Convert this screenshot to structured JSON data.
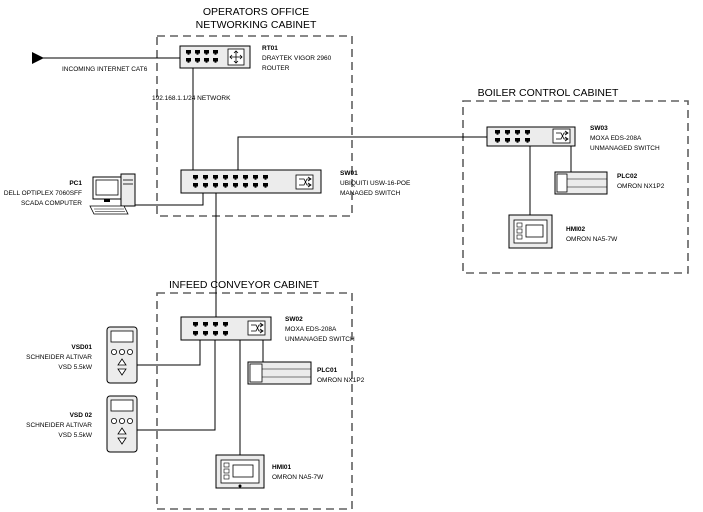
{
  "cabinets": {
    "operators": {
      "title_line1": "OPERATORS OFFICE",
      "title_line2": "NETWORKING CABINET"
    },
    "boiler": {
      "title": "BOILER CONTROL CABINET"
    },
    "infeed": {
      "title": "INFEED CONVEYOR CABINET"
    }
  },
  "incoming": {
    "label": "INCOMING INTERNET CAT6"
  },
  "network": {
    "label": "192.168.1.1/24 NETWORK"
  },
  "devices": {
    "rt01": {
      "name": "RT01",
      "line1": "DRAYTEK VIGOR 2960",
      "line2": "ROUTER"
    },
    "sw01": {
      "name": "SW01",
      "line1": "UBIQUITI USW-16-POE",
      "line2": "MANAGED SWITCH"
    },
    "sw02": {
      "name": "SW02",
      "line1": "MOXA EDS-208A",
      "line2": "UNMANAGED SWITCH"
    },
    "sw03": {
      "name": "SW03",
      "line1": "MOXA EDS-208A",
      "line2": "UNMANAGED SWITCH"
    },
    "pc1": {
      "name": "PC1",
      "line1": "DELL OPTIPLEX 7060SFF",
      "line2": "SCADA COMPUTER"
    },
    "plc01": {
      "name": "PLC01",
      "line1": "OMRON NX1P2"
    },
    "plc02": {
      "name": "PLC02",
      "line1": "OMRON NX1P2"
    },
    "hmi01": {
      "name": "HMI01",
      "line1": "OMRON NA5-7W"
    },
    "hmi02": {
      "name": "HMI02",
      "line1": "OMRON NA5-7W"
    },
    "vsd01": {
      "name": "VSD01",
      "line1": "SCHNEIDER ALTIVAR",
      "line2": "VSD 5.5kW"
    },
    "vsd02": {
      "name": "VSD 02",
      "line1": "SCHNEIDER ALTIVAR",
      "line2": "VSD 5.5kW"
    }
  }
}
